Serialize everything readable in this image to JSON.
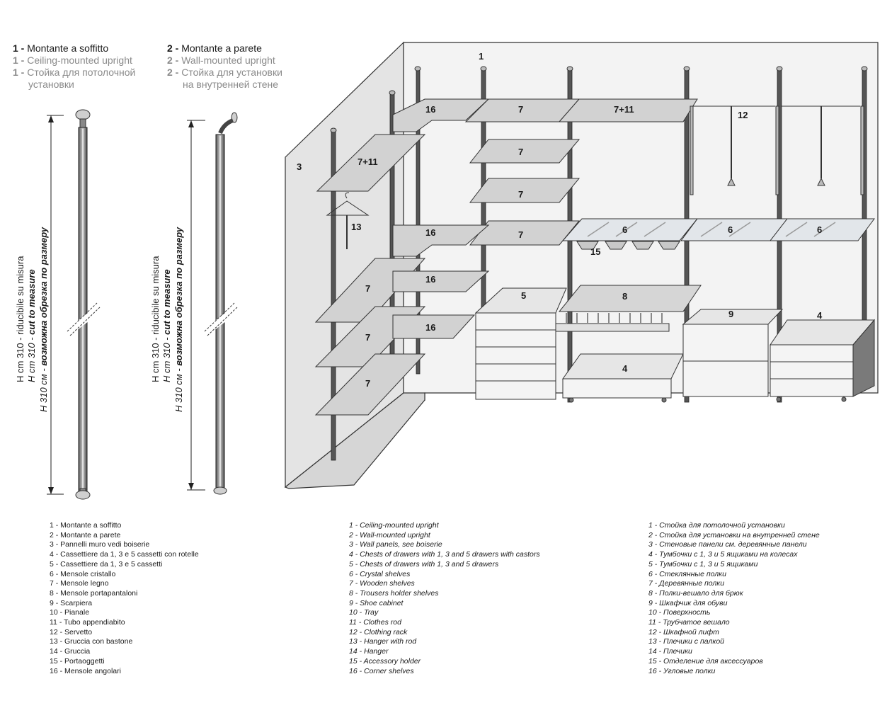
{
  "headers": [
    {
      "num": "1 -",
      "it": "Montante a soffitto",
      "en": "Ceiling-mounted upright",
      "ru1": "Стойка для потолочной",
      "ru2": "установки"
    },
    {
      "num": "2 -",
      "it": "Montante a parete",
      "en": "Wall-mounted upright",
      "ru1": "Стойка для установки",
      "ru2": "на внутренней стене"
    }
  ],
  "height_labels": {
    "it": "H cm 310 - riducibile su misura",
    "en_prefix": "H cm 310 - ",
    "en_bold": "cut to measure",
    "ru_prefix": "H 310 см - ",
    "ru_bold": "возможна обрезка по размеру"
  },
  "callouts": {
    "c1": "1",
    "c3": "3",
    "c16a": "16",
    "c7a": "7",
    "c711a": "7+11",
    "c12": "12",
    "c711b": "7+11",
    "c7b": "7",
    "c7c": "7",
    "c13": "13",
    "c16b": "16",
    "c7d": "7",
    "c6a": "6",
    "c6b": "6",
    "c6c": "6",
    "c15": "15",
    "c16c": "16",
    "c7e": "7",
    "c5": "5",
    "c8": "8",
    "c9": "9",
    "c4a": "4",
    "c16d": "16",
    "c7f": "7",
    "c4b": "4",
    "c7g": "7"
  },
  "legend_it": [
    "1 - Montante a soffitto",
    "2 - Montante a parete",
    "3 - Pannelli muro vedi boiserie",
    "4 - Cassettiere da 1, 3 e 5 cassetti con rotelle",
    "5 - Cassettiere da 1, 3 e 5 cassetti",
    "6 - Mensole cristallo",
    "7 - Mensole legno",
    "8 - Mensole portapantaloni",
    "9 - Scarpiera",
    "10 - Pianale",
    "11 - Tubo appendiabito",
    "12 - Servetto",
    "13 - Gruccia con bastone",
    "14 - Gruccia",
    "15 - Portaoggetti",
    "16 - Mensole angolari"
  ],
  "legend_en": [
    "1 - Ceiling-mounted upright",
    "2 - Wall-mounted upright",
    "3 - Wall panels, see boiserie",
    "4 - Chests of drawers with 1, 3 and 5 drawers with castors",
    "5 - Chests of drawers with 1, 3 and 5 drawers",
    "6 - Crystal shelves",
    "7 - Wooden shelves",
    "8 - Trousers holder shelves",
    "9 - Shoe cabinet",
    "10 - Tray",
    "11 - Clothes rod",
    "12 - Clothing rack",
    "13 - Hanger with rod",
    "14 - Hanger",
    "15 - Accessory holder",
    "16 - Corner shelves"
  ],
  "legend_ru": [
    "1 - Стойка для потолочной установки",
    "2 - Стойка для установки на внутренней стене",
    "3 - Стеновые панели см. деревянные панели",
    "4 - Тумбочки с 1, 3 и 5 ящиками на колесах",
    "5 - Тумбочки с 1, 3 и 5 ящиками",
    "6 - Стеклянные полки",
    "7 - Деревянные полки",
    "8 - Полки-вешало для брюк",
    "9 - Шкафчик для обуви",
    "10 - Поверхность",
    "11 - Трубчатое вешало",
    "12 - Шкафной лифт",
    "13 - Плечики с палкой",
    "14 - Плечики",
    "15 - Отделение для аксессуаров",
    "16 - Угловые полки"
  ]
}
